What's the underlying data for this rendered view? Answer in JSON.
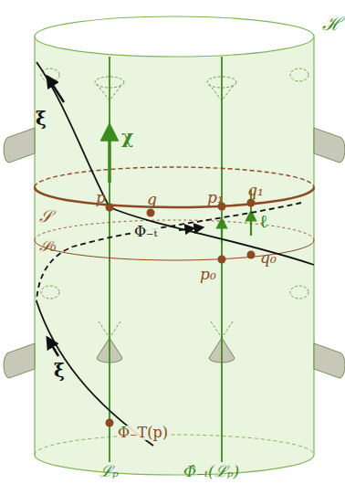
{
  "diagram": {
    "labels": [
      "ℋ",
      "χ",
      "ξ",
      "p",
      "q",
      "p₁",
      "q₁",
      "𝒮",
      "Φ₋ₜ",
      "𝒮₀",
      "p₀",
      "q₀",
      "ℓ",
      "ξ",
      "Φ₋T(p)",
      "ℒₚ",
      "Φ̂₋ₜ(ℒₚ)"
    ]
  }
}
